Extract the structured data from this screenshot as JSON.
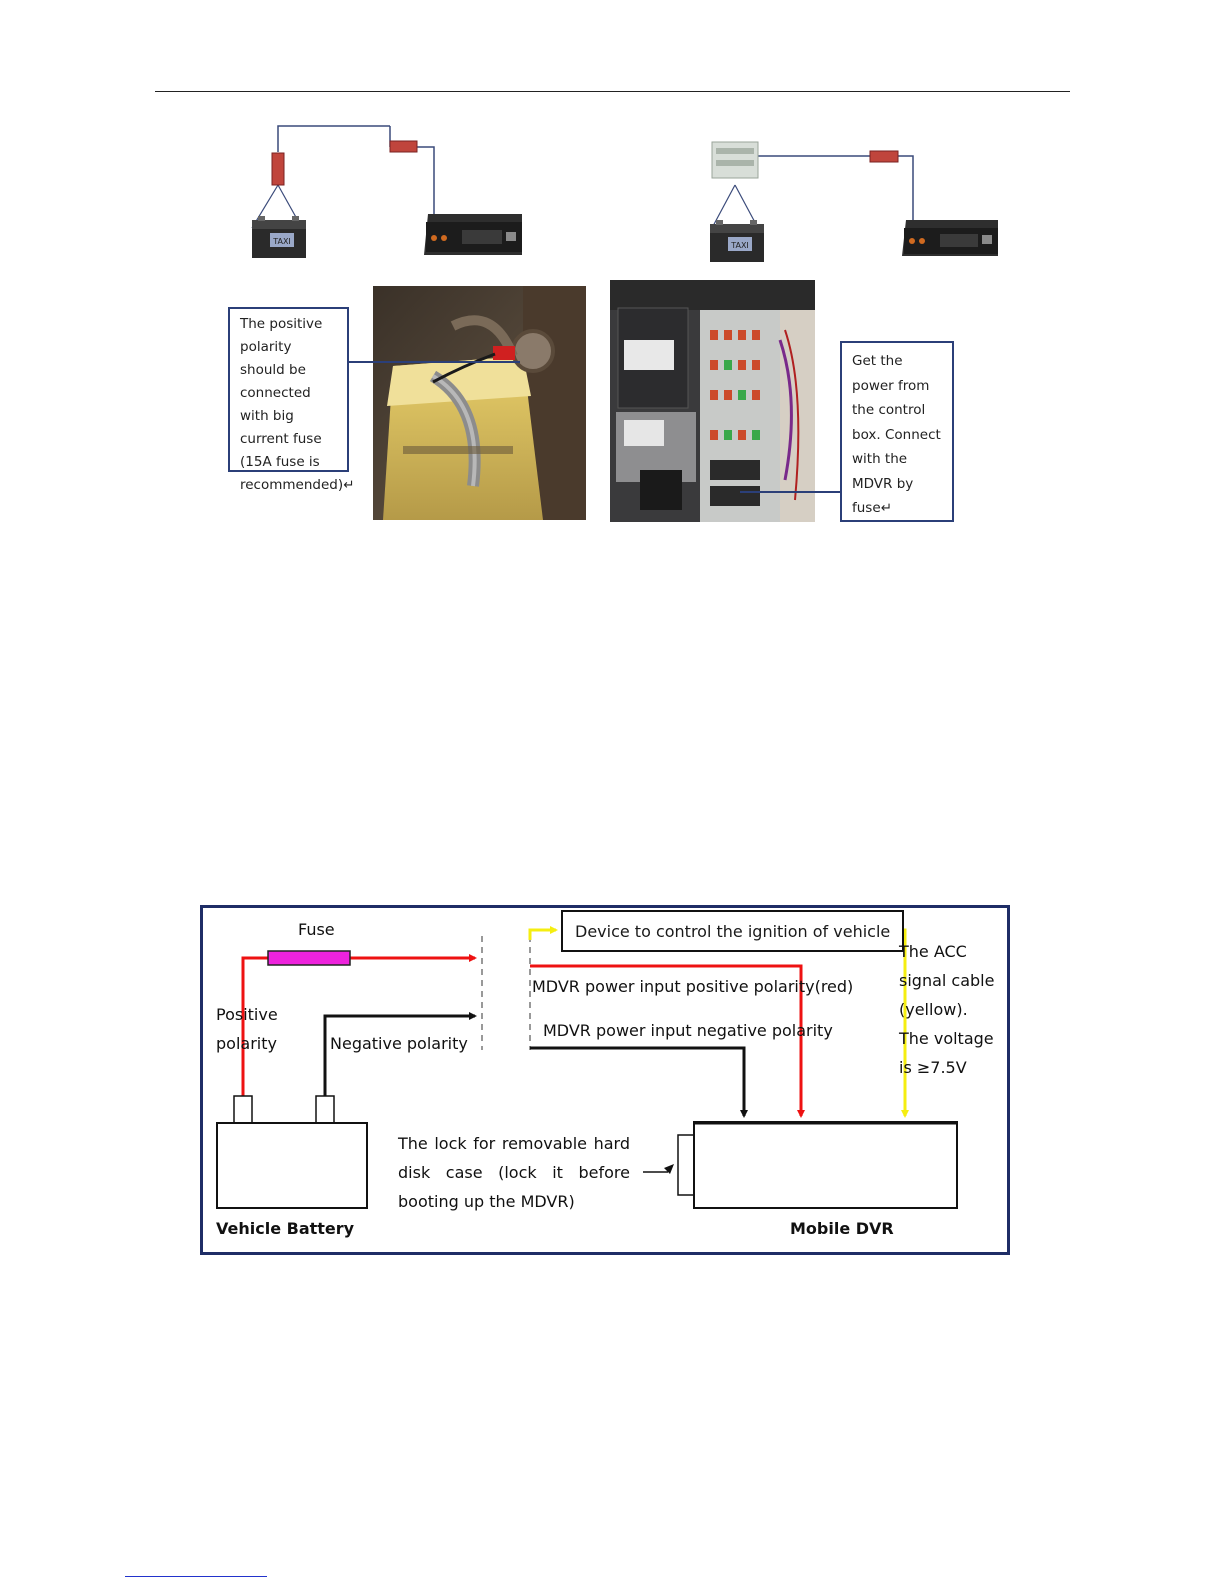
{
  "callouts": {
    "battery_fuse": "The positive polarity should be connected with big current fuse (15A fuse is recommended)↵",
    "control_box": "Get the power from the control box. Connect with the MDVR by fuse↵"
  },
  "illustrations": {
    "battery_label": "TAXI"
  },
  "diagram": {
    "fuse_label": "Fuse",
    "ignition_device": "Device to control the ignition of vehicle",
    "acc_cable": "The ACC signal cable (yellow). The voltage is ≥7.5V",
    "positive_input": "MDVR power input positive polarity(red)",
    "negative_input": "MDVR power input negative polarity",
    "positive_polarity": "Positive polarity",
    "negative_polarity": "Negative polarity",
    "lock_note": "The lock for removable hard disk case (lock it before booting up the MDVR)",
    "battery_caption": "Vehicle Battery",
    "dvr_caption": "Mobile DVR",
    "colors": {
      "positive": "#ee1111",
      "negative": "#111111",
      "acc": "#f5ee10",
      "fuse": "#ee22dd",
      "frame": "#1f2d66"
    }
  }
}
